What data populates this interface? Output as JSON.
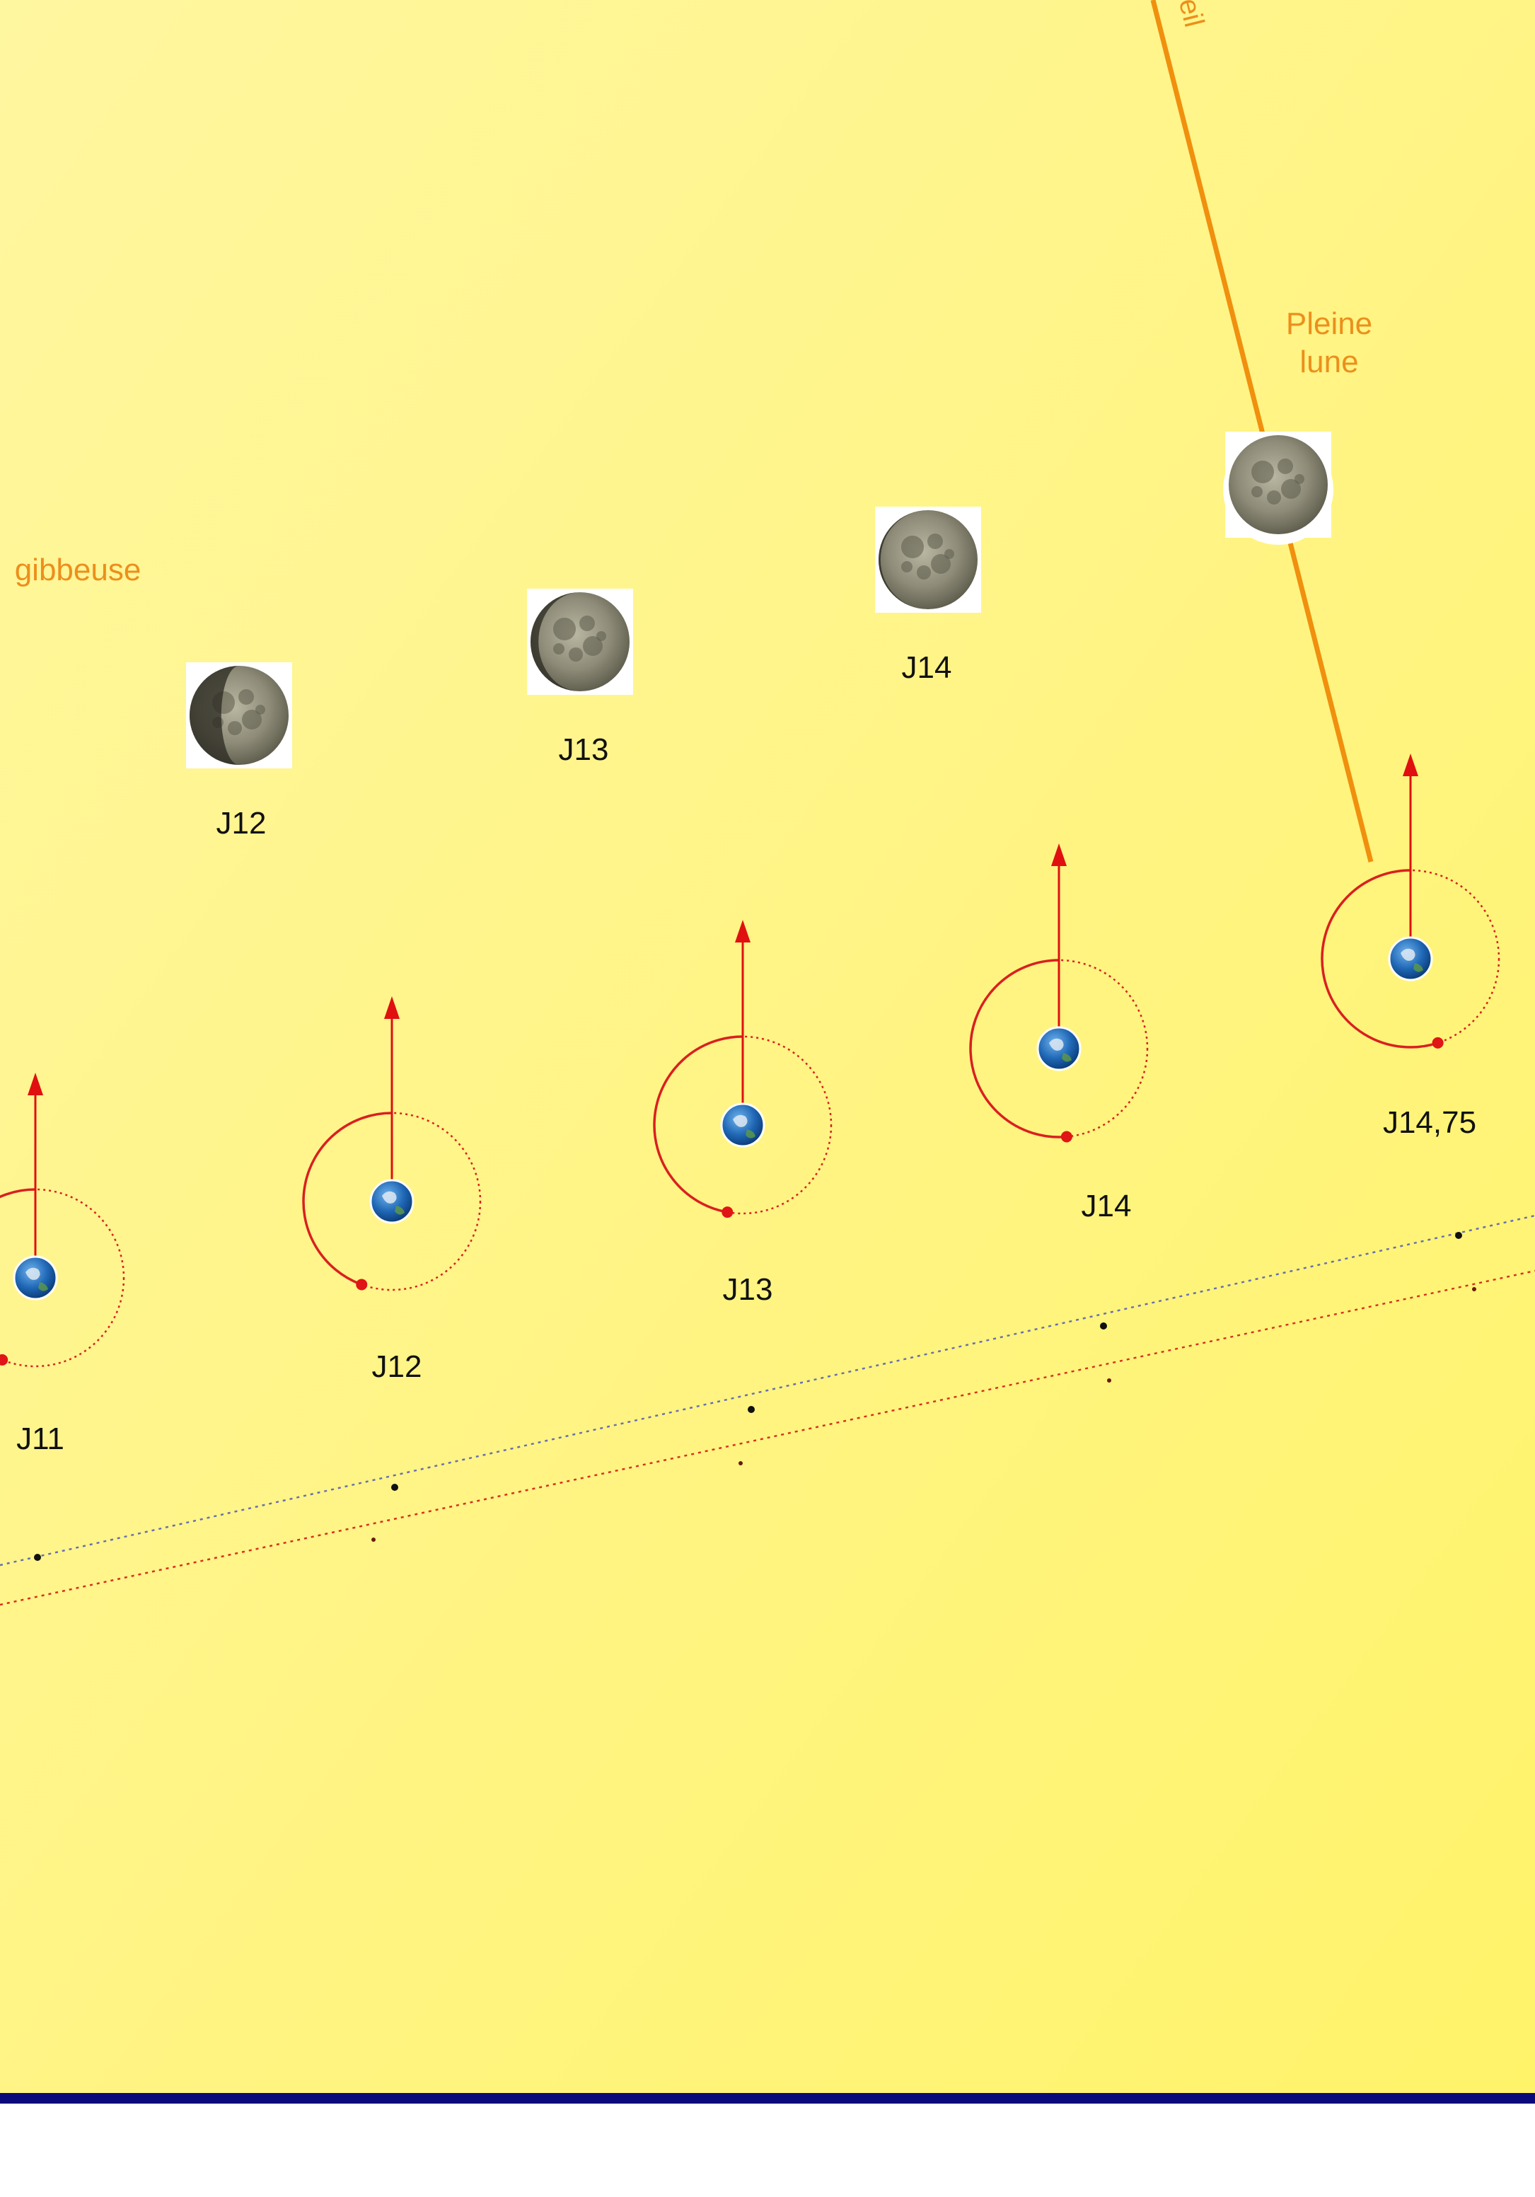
{
  "colors": {
    "background_top": "#fff6a0",
    "background_bottom": "#fff36a",
    "sun_line": "#f0900e",
    "phase_label": "#ec8f1c",
    "orbit": "#d92020",
    "arrow": "#e01010",
    "earth_path": "#6670b0",
    "moon_path": "#d83020",
    "bottom_rule": "#0a0a7a"
  },
  "labels": {
    "sun_edge": "eil",
    "gibbous": "gibbeuse",
    "full_moon_line1": "Pleine",
    "full_moon_line2": "lune"
  },
  "moon_days": [
    "J12",
    "J13",
    "J14"
  ],
  "earth_days": [
    "J11",
    "J12",
    "J13",
    "J14",
    "J14,75"
  ],
  "icons": {
    "moon": "moon-photo-icon",
    "earth": "earth-globe-icon",
    "direction": "arrow-up-icon"
  }
}
